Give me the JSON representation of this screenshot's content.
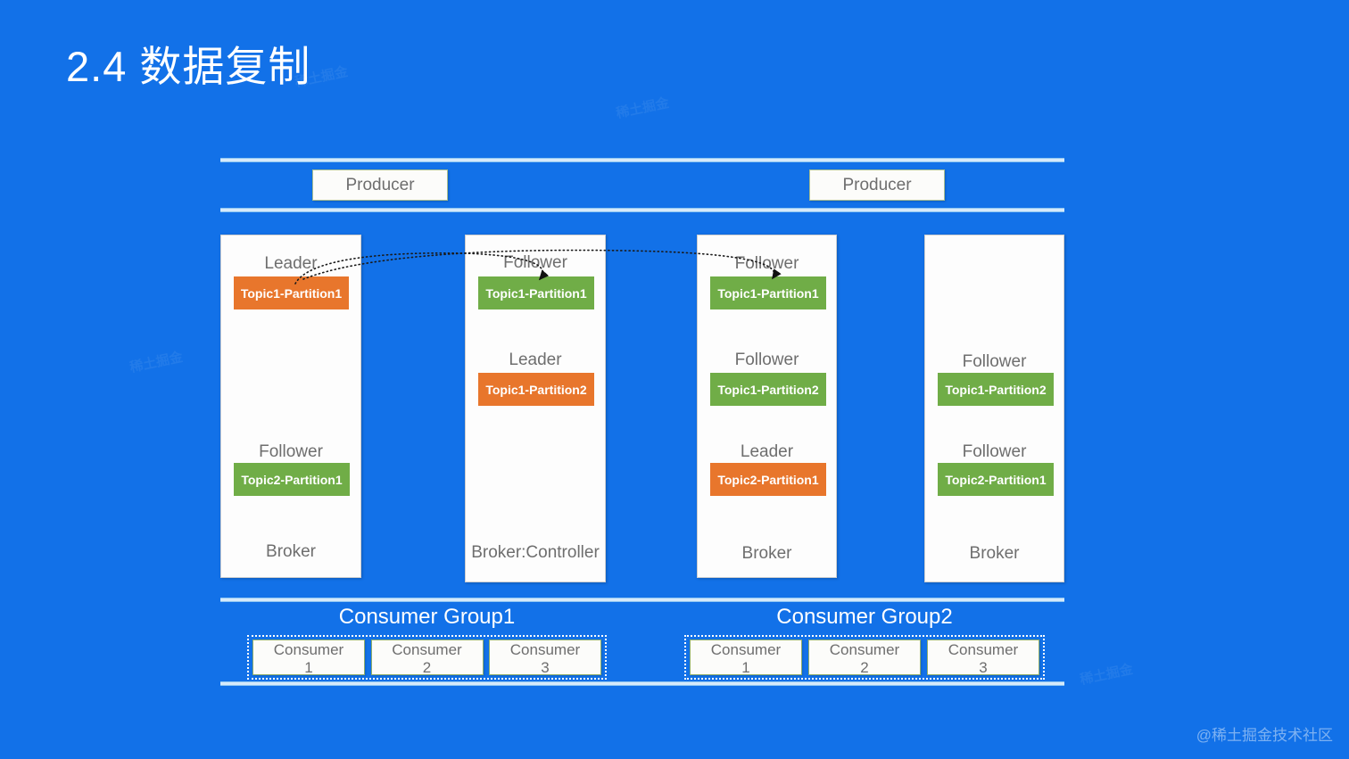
{
  "slide": {
    "title": "2.4 数据复制",
    "background_color": "#1271E8",
    "watermark": "@稀土掘金技术社区",
    "watermark_faint": "稀土掘金"
  },
  "producers": [
    {
      "label": "Producer"
    },
    {
      "label": "Producer"
    }
  ],
  "brokers": [
    {
      "name": "Broker",
      "slots": [
        {
          "role": "Leader",
          "partition": "Topic1-Partition1",
          "color": "#E8762C",
          "type": "leader"
        },
        {
          "role": "Follower",
          "partition": "Topic2-Partition1",
          "color": "#70AD47",
          "type": "follower"
        }
      ]
    },
    {
      "name": "Broker:Controller",
      "slots": [
        {
          "role": "Follower",
          "partition": "Topic1-Partition1",
          "color": "#70AD47",
          "type": "follower"
        },
        {
          "role": "Leader",
          "partition": "Topic1-Partition2",
          "color": "#E8762C",
          "type": "leader"
        }
      ]
    },
    {
      "name": "Broker",
      "slots": [
        {
          "role": "Follower",
          "partition": "Topic1-Partition1",
          "color": "#70AD47",
          "type": "follower"
        },
        {
          "role": "Follower",
          "partition": "Topic1-Partition2",
          "color": "#70AD47",
          "type": "follower"
        },
        {
          "role": "Leader",
          "partition": "Topic2-Partition1",
          "color": "#E8762C",
          "type": "leader"
        }
      ]
    },
    {
      "name": "Broker",
      "slots": [
        {
          "role": "Follower",
          "partition": "Topic1-Partition2",
          "color": "#70AD47",
          "type": "follower"
        },
        {
          "role": "Follower",
          "partition": "Topic2-Partition1",
          "color": "#70AD47",
          "type": "follower"
        }
      ]
    }
  ],
  "consumer_groups": [
    {
      "title": "Consumer Group1",
      "consumers": [
        {
          "label": "Consumer",
          "index": "1"
        },
        {
          "label": "Consumer",
          "index": "2"
        },
        {
          "label": "Consumer",
          "index": "3"
        }
      ]
    },
    {
      "title": "Consumer Group2",
      "consumers": [
        {
          "label": "Consumer",
          "index": "1"
        },
        {
          "label": "Consumer",
          "index": "2"
        },
        {
          "label": "Consumer",
          "index": "3"
        }
      ]
    }
  ],
  "replication_arrows": [
    {
      "from": "broker1-Topic1-Partition1-leader",
      "to": "broker2-Topic1-Partition1-follower"
    },
    {
      "from": "broker1-Topic1-Partition1-leader",
      "to": "broker3-Topic1-Partition1-follower"
    }
  ],
  "colors": {
    "background": "#1271E8",
    "leader": "#E8762C",
    "follower": "#70AD47",
    "divider": "#D5EAFB",
    "card": "#FDFDFD",
    "text_muted": "#6E6E6E"
  }
}
